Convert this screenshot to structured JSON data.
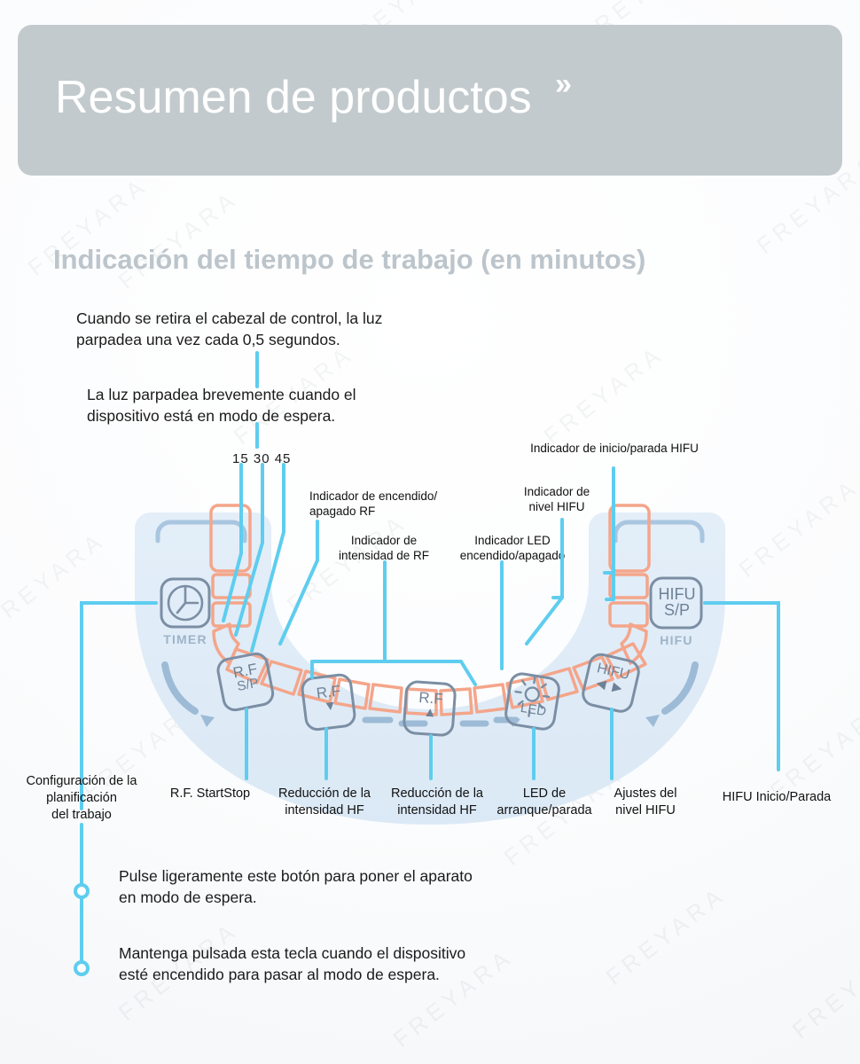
{
  "watermark": "FREYARA",
  "header": {
    "title": "Resumen de productos",
    "chevrons": "»"
  },
  "section": {
    "subtitle": "Indicación del tiempo de trabajo (en minutos)"
  },
  "callouts": {
    "top1": "Cuando se retira el cabezal de control, la luz\n   parpadea una vez cada 0,5 segundos.",
    "top2": "La luz parpadea brevemente cuando el\n  dispositivo está en modo de espera.",
    "bottom1": "Pulse ligeramente este botón para poner el aparato\nen modo de espera.",
    "bottom2": "Mantenga pulsada esta tecla cuando el dispositivo\nesté encendido para pasar al modo de espera."
  },
  "timer_scale": "15  30  45",
  "indicator_labels": {
    "rf_power": "Indicador de encendido/\napagado RF",
    "rf_intensity": "Indicador de\nintensidad de RF",
    "led_onoff": "Indicador LED\nencendido/apagado",
    "hifu_level": "Indicador de\nnivel HIFU",
    "hifu_startstop": "Indicador de inicio/parada HIFU"
  },
  "device": {
    "buttons": [
      {
        "id": "timer",
        "line1": "",
        "line2": "",
        "caption": "TIMER",
        "icon": "clock-icon"
      },
      {
        "id": "rf-sp",
        "line1": "R.F",
        "line2": "S/P",
        "caption": "",
        "icon": ""
      },
      {
        "id": "rf-down",
        "line1": "R.F",
        "line2": "▼",
        "caption": "",
        "icon": "triangle-down-icon"
      },
      {
        "id": "rf-up",
        "line1": "R.F",
        "line2": "▲",
        "caption": "",
        "icon": "triangle-up-icon"
      },
      {
        "id": "led",
        "line1": "",
        "line2": "LED",
        "caption": "",
        "icon": "sun-icon"
      },
      {
        "id": "hifu-lvl",
        "line1": "HIFU",
        "line2": "◀ ▶",
        "caption": "",
        "icon": "arrows-lr-icon"
      },
      {
        "id": "hifu-sp",
        "line1": "HIFU",
        "line2": "S/P",
        "caption": "HIFU",
        "icon": ""
      }
    ]
  },
  "bottom_labels": {
    "timer": "Configuración de la\nplanificación\ndel trabajo",
    "rf_sp": "R.F. StartStop",
    "rf_down": "Reducción de la\nintensidad HF",
    "rf_up": "Reducción de la\nintensidad HF",
    "led": "LED de\narranque/parada",
    "hifu_level": "Ajustes del\nnivel HIFU",
    "hifu_sp": "HIFU Inicio/Parada"
  },
  "colors": {
    "banner_bg": "#c3cacd",
    "subtitle": "#bcc5cb",
    "leader_cyan": "#5ecdef",
    "indicator_orange": "#f4a58a",
    "device_body": "#dce9f5",
    "button_stroke": "#7b8ea4",
    "text": "#1b1b1b"
  }
}
